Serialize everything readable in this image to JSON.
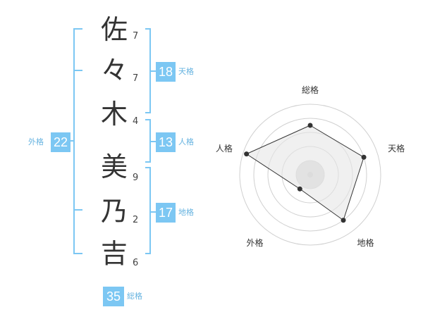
{
  "characters": [
    {
      "char": "佐",
      "strokes": "7"
    },
    {
      "char": "々",
      "strokes": "7"
    },
    {
      "char": "木",
      "strokes": "4"
    },
    {
      "char": "美",
      "strokes": "9"
    },
    {
      "char": "乃",
      "strokes": "2"
    },
    {
      "char": "吉",
      "strokes": "6"
    }
  ],
  "kakusu": {
    "tenkaku": {
      "value": "18",
      "label": "天格"
    },
    "jinkaku": {
      "value": "13",
      "label": "人格"
    },
    "chikaku": {
      "value": "17",
      "label": "地格"
    },
    "gaikaku": {
      "value": "22",
      "label": "外格"
    },
    "soukaku": {
      "value": "35",
      "label": "総格"
    }
  },
  "colors": {
    "accent": "#7cc7f3",
    "accent_text": "#66b3e0",
    "bracket": "#7cc7f3"
  },
  "chart_data": {
    "type": "radar",
    "axes": [
      "総格",
      "天格",
      "地格",
      "外格",
      "人格"
    ],
    "values": [
      0.7,
      0.8,
      0.8,
      0.25,
      0.95
    ],
    "max": 1,
    "rings": 5
  }
}
